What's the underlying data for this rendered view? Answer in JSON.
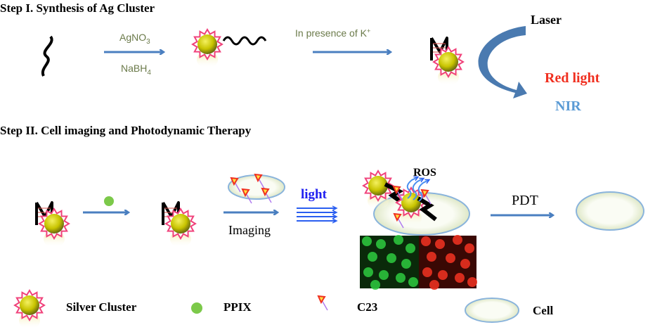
{
  "step1": {
    "title": "Step I. Synthesis of Ag Cluster",
    "reagent_top": "AgNO",
    "reagent_top_sub": "3",
    "reagent_bottom": "NaBH",
    "reagent_bottom_sub": "4",
    "condition": "In presence of K",
    "condition_sup": "+",
    "laser": "Laser",
    "red_light": "Red light",
    "nir": "NIR"
  },
  "step2": {
    "title": "Step II. Cell imaging and Photodynamic Therapy",
    "imaging": "Imaging",
    "light": "light",
    "ros": "ROS",
    "pdt": "PDT"
  },
  "legend": {
    "silver_cluster": "Silver Cluster",
    "ppix": "PPIX",
    "c23": "C23",
    "cell": "Cell"
  },
  "colors": {
    "arrow": "#4a7fc0",
    "star": "#f0417a",
    "cluster": "#c8c400",
    "red_light": "#f03020",
    "nir": "#5b9bd5",
    "light": "#2020f0",
    "ppix": "#7cc94a"
  }
}
